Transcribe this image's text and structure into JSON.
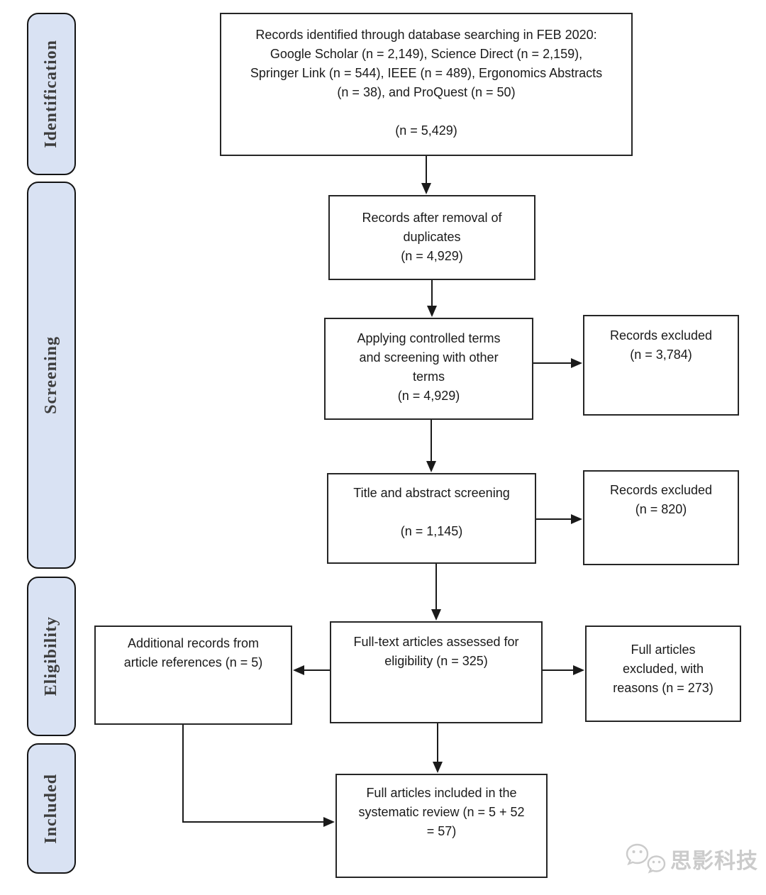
{
  "stages": [
    {
      "label": "Identification"
    },
    {
      "label": "Screening"
    },
    {
      "label": "Eligibility"
    },
    {
      "label": "Included"
    }
  ],
  "boxes": {
    "identified": {
      "lines": [
        "Records identified through database searching in FEB 2020:",
        "Google Scholar (n = 2,149), Science Direct (n = 2,159),",
        "Springer Link (n = 544), IEEE (n = 489), Ergonomics Abstracts",
        "(n = 38), and ProQuest (n = 50)",
        "",
        "(n = 5,429)"
      ]
    },
    "duplicates_removed": {
      "lines": [
        "Records after removal of",
        "duplicates",
        "(n = 4,929)"
      ]
    },
    "controlled_terms": {
      "lines": [
        "Applying controlled terms",
        "and screening with other",
        "terms",
        "(n = 4,929)"
      ]
    },
    "records_excluded_1": {
      "lines": [
        "Records excluded",
        "(n = 3,784)"
      ]
    },
    "title_abstract_screening": {
      "lines": [
        "Title and abstract screening",
        "",
        "(n = 1,145)"
      ]
    },
    "records_excluded_2": {
      "lines": [
        "Records excluded",
        "(n = 820)"
      ]
    },
    "additional_records": {
      "lines": [
        "Additional records from",
        "article references (n = 5)"
      ]
    },
    "fulltext_assessed": {
      "lines": [
        "Full-text articles assessed for",
        "eligibility (n = 325)"
      ]
    },
    "full_articles_excluded": {
      "lines": [
        "Full articles",
        "excluded, with",
        "reasons (n = 273)"
      ]
    },
    "included_final": {
      "lines": [
        "Full articles included in the",
        "systematic review (n = 5 + 52",
        "= 57)"
      ]
    }
  },
  "watermark": {
    "text": "思影科技"
  },
  "colors": {
    "stage_fill": "#d9e2f3",
    "box_border": "#262626",
    "arrow": "#1a1a1a"
  }
}
